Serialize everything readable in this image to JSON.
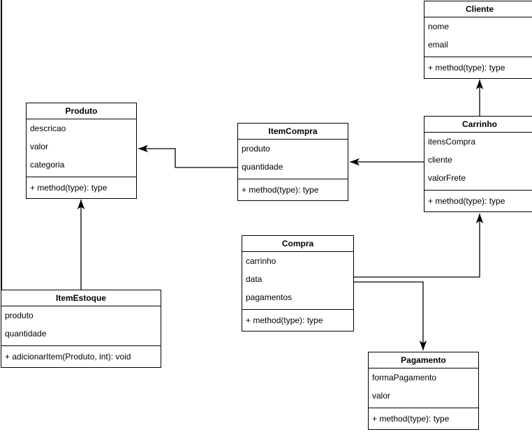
{
  "diagram": {
    "kind": "uml-class-diagram",
    "colors": {
      "stroke": "#000000",
      "shape_fill": "#ffffff",
      "text": "#000000",
      "background": "#ffffff"
    },
    "classes": [
      {
        "name": "Cliente",
        "attributes": [
          "nome",
          "email"
        ],
        "methods": [
          "+ method(type): type"
        ]
      },
      {
        "name": "Produto",
        "attributes": [
          "descricao",
          "valor",
          "categoria"
        ],
        "methods": [
          "+ method(type): type"
        ]
      },
      {
        "name": "ItemCompra",
        "attributes": [
          "produto",
          "quantidade"
        ],
        "methods": [
          "+ method(type): type"
        ]
      },
      {
        "name": "Carrinho",
        "attributes": [
          "itensCompra",
          "cliente",
          "valorFrete"
        ],
        "methods": [
          "+ method(type): type"
        ]
      },
      {
        "name": "Compra",
        "attributes": [
          "carrinho",
          "data",
          "pagamentos"
        ],
        "methods": [
          "+ method(type): type"
        ]
      },
      {
        "name": "ItemEstoque",
        "attributes": [
          "produto",
          "quantidade"
        ],
        "methods": [
          "+ adicionarItem(Produto, int): void"
        ]
      },
      {
        "name": "Pagamento",
        "attributes": [
          "formaPagamento",
          "valor"
        ],
        "methods": [
          "+ method(type): type"
        ]
      }
    ],
    "relations": [
      {
        "from": "Carrinho",
        "to": "Cliente",
        "style": "arrow"
      },
      {
        "from": "Carrinho",
        "to": "ItemCompra",
        "style": "arrow"
      },
      {
        "from": "ItemCompra",
        "to": "Produto",
        "style": "arrow"
      },
      {
        "from": "ItemEstoque",
        "to": "Produto",
        "style": "arrow"
      },
      {
        "from": "Compra",
        "to": "Carrinho",
        "style": "arrow"
      },
      {
        "from": "Compra",
        "to": "Pagamento",
        "style": "arrow"
      }
    ]
  }
}
